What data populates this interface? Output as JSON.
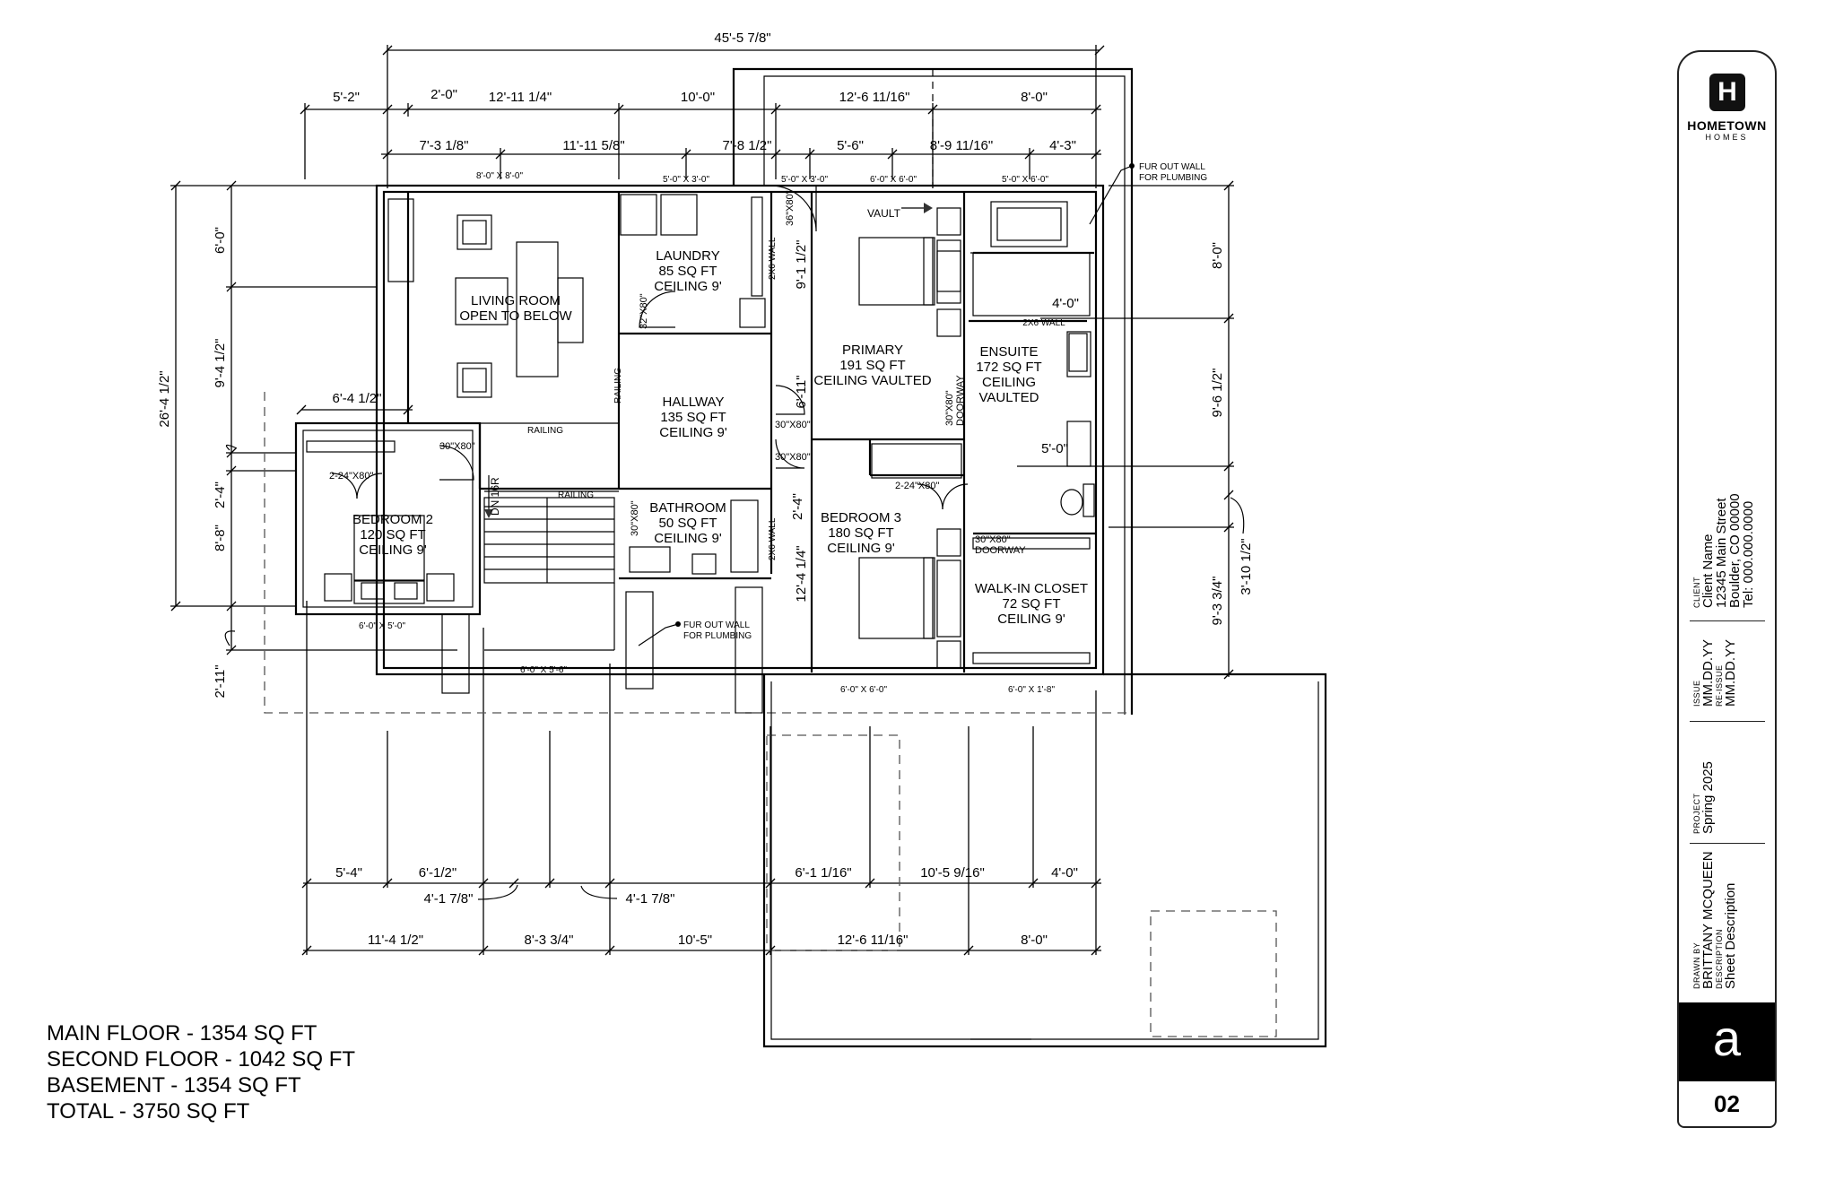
{
  "dimensions": {
    "top_total": "45'-5 7/8\"",
    "top_row1": [
      "5'-2\"",
      "2'-0\"",
      "12'-11 1/4\"",
      "10'-0\"",
      "12'-6 11/16\"",
      "8'-0\""
    ],
    "top_row2": [
      "7'-3 1/8\"",
      "11'-11 5/8\"",
      "7'-8 1/2\"",
      "5'-6\"",
      "8'-9 11/16\"",
      "4'-3\""
    ],
    "left_total": "26'-4 1/2\"",
    "left_col": [
      "6'-0\"",
      "9'-4 1/2\"",
      "2'-4\"",
      "8'-8\"",
      "2'-11\""
    ],
    "left_small": "6'-4 1/2\"",
    "right_col": [
      "8'-0\"",
      "9'-6 1/2\"",
      "9'-3 3/4\"",
      "3'-10 1/2\""
    ],
    "bottom_row1": [
      "5'-4\"",
      "6'-1/2\"",
      "6'-1 1/16\"",
      "10'-5 9/16\"",
      "4'-0\""
    ],
    "bottom_extra": [
      "4'-1 7/8\"",
      "4'-1 7/8\""
    ],
    "bottom_row2": [
      "11'-4 1/2\"",
      "8'-3 3/4\"",
      "10'-5\"",
      "12'-6 11/16\"",
      "8'-0\""
    ],
    "interior": [
      "9'-1 1/2\"",
      "6'-11\"",
      "2'-4\"",
      "12'-4 1/4\"",
      "4'-0\"",
      "5'-0\""
    ]
  },
  "rooms": {
    "living": [
      "LIVING ROOM",
      "OPEN TO BELOW"
    ],
    "laundry": [
      "LAUNDRY",
      "85 SQ FT",
      "CEILING 9'"
    ],
    "hallway": [
      "HALLWAY",
      "135 SQ FT",
      "CEILING 9'"
    ],
    "primary": [
      "PRIMARY",
      "191 SQ FT",
      "CEILING VAULTED"
    ],
    "ensuite": [
      "ENSUITE",
      "172 SQ FT",
      "CEILING",
      "VAULTED"
    ],
    "bedroom2": [
      "BEDROOM 2",
      "120 SQ FT",
      "CEILING 9'"
    ],
    "bathroom": [
      "BATHROOM",
      "50 SQ FT",
      "CEILING 9'"
    ],
    "bedroom3": [
      "BEDROOM 3",
      "180 SQ FT",
      "CEILING 9'"
    ],
    "closet": [
      "WALK-IN CLOSET",
      "72 SQ FT",
      "CEILING 9'"
    ]
  },
  "annotations": {
    "windows": [
      "8'-0\" X 8'-0\"",
      "5'-0\" X 3'-0\"",
      "5'-0\" X 3'-0\"",
      "6'-0\" X 6'-0\"",
      "5'-0\" X 6'-0\"",
      "6'-0\" X 5'-0\"",
      "6'-0\" X 5'-6\"",
      "6'-0\" X 6'-0\"",
      "6'-0\" X 1'-8\""
    ],
    "doors": [
      "36\"X80\"",
      "32\"X80\"",
      "30\"X80\"",
      "30\"X80\"",
      "30\"X80\"",
      "2-24\"X80\"",
      "2-24\"X80\"",
      "30\"X80\"",
      "30\"X80\"",
      "30\"X80\""
    ],
    "doorway": "DOORWAY",
    "doorway2": "DOORWAY",
    "railing": "RAILING",
    "wall_2x6": "2X6 WALL",
    "vault": "VAULT",
    "stairs": "DN 16R",
    "fur_out_1": [
      "FUR OUT WALL",
      "FOR PLUMBING"
    ],
    "fur_out_2": [
      "FUR OUT WALL",
      "FOR PLUMBING"
    ]
  },
  "summary": [
    "MAIN FLOOR - 1354 SQ FT",
    "SECOND FLOOR - 1042 SQ FT",
    "BASEMENT - 1354 SQ FT",
    "TOTAL - 3750 SQ FT"
  ],
  "title_block": {
    "logo_letter": "H",
    "brand": "HOMETOWN",
    "brand_sub": "HOMES",
    "client_label": "CLIENT",
    "client_lines": [
      "Client Name",
      "12345 Main Street",
      "Boulder, CO 00000",
      "Tel: 000.000.0000"
    ],
    "issue_label": "ISSUE",
    "issue_value": "MM.DD.YY",
    "reissue_label": "RE-ISSUE",
    "reissue_value": "MM.DD.YY",
    "project_label": "PROJECT",
    "project_value": "Spring 2025",
    "drawn_label": "DRAWN BY",
    "drawn_value": "BRITTANY MCQUEEN",
    "description_label": "DESCRIPTION",
    "description_value": "Sheet Description",
    "sheet_letter": "a",
    "sheet_number": "02"
  }
}
